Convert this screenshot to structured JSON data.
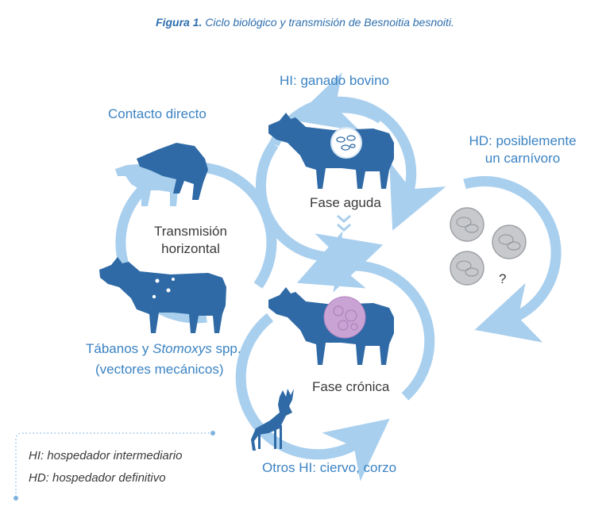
{
  "caption": {
    "lead": "Figura 1.",
    "text": "Ciclo biológico y transmisión de Besnoitia besnoiti."
  },
  "labels": {
    "hi_bovine": "HI: ganado bovino",
    "direct_contact": "Contacto directo",
    "hd_line1": "HD: posiblemente",
    "hd_line2": "un carnívoro",
    "acute_phase": "Fase aguda",
    "horizontal_line1": "Transmisión",
    "horizontal_line2": "horizontal",
    "question": "?",
    "vectors_prefix": "Tábanos y ",
    "vectors_genus": "Stomoxys",
    "vectors_suffix": " spp.",
    "vectors_line2": "(vectores mecánicos)",
    "chronic_phase": "Fase crónica",
    "other_hosts": "Otros HI: ciervo, corzo"
  },
  "legend": {
    "hi": "HI: hospedador intermediario",
    "hd": "HD: hospedador definitivo"
  },
  "colors": {
    "arc": "#a9cfee",
    "cow": "#2f6aa6",
    "cow_light": "#a9cfee",
    "text_blue": "#3b83c3",
    "cyst": "#c9a3d3",
    "oocyst": "#c7c9cc"
  }
}
